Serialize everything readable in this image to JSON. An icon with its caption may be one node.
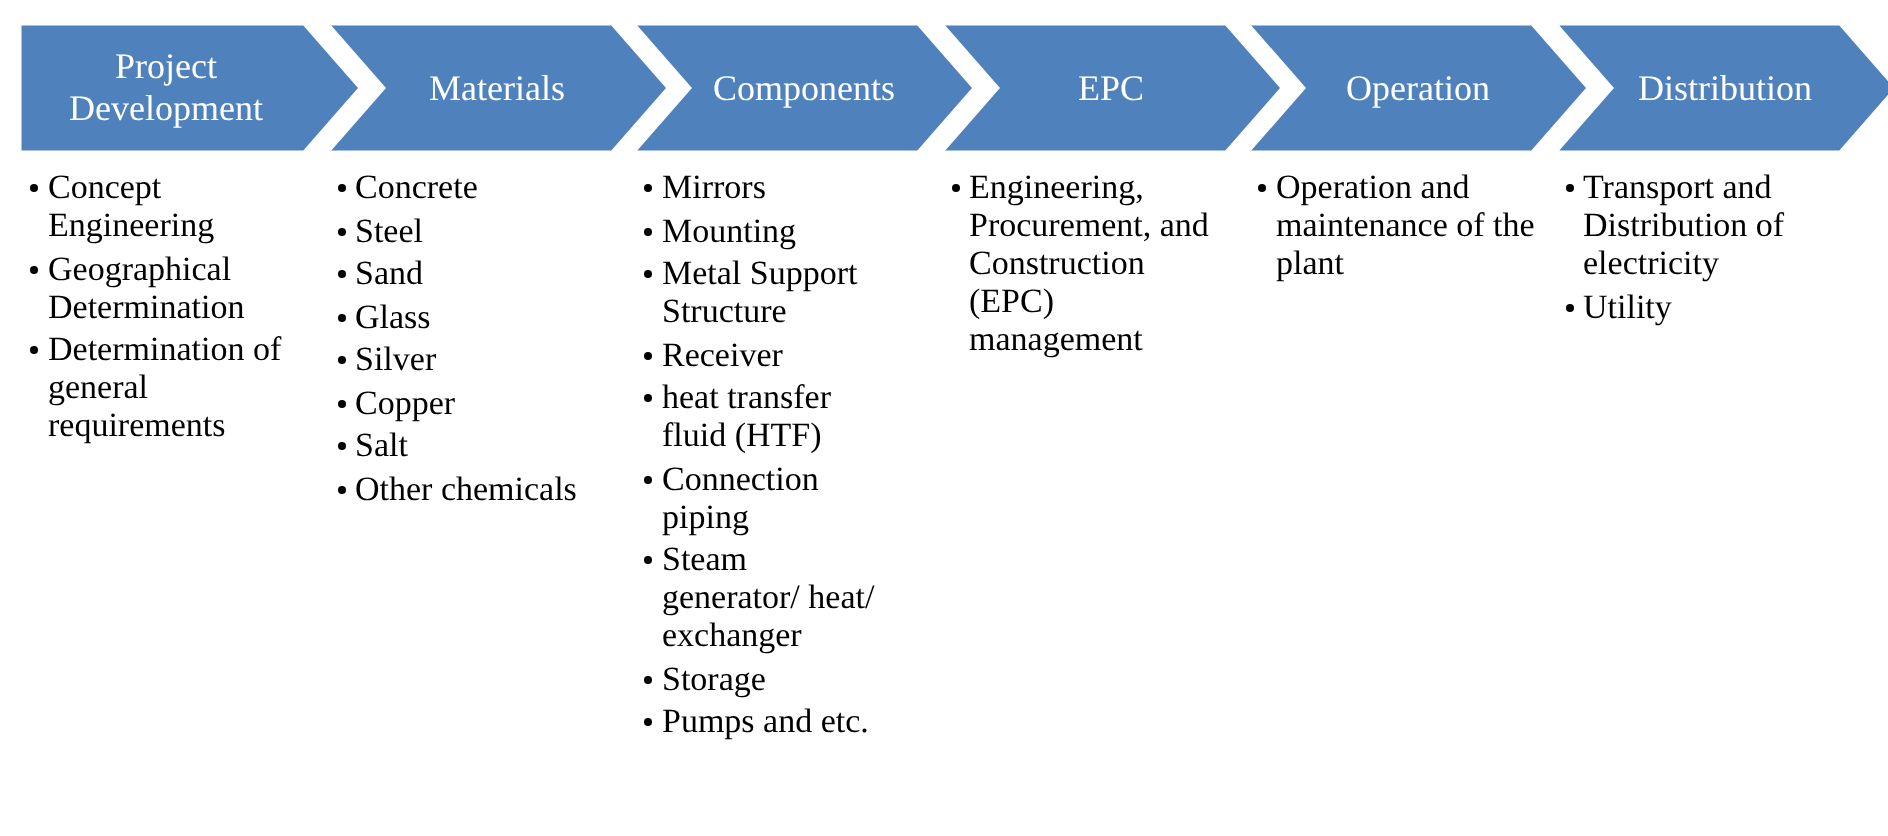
{
  "diagram": {
    "nodes": [
      {
        "text": [
          "Project Development"
        ],
        "beside": [
          "Concept Engineering",
          "Geographical Determination",
          "Determination of general requirements"
        ]
      },
      {
        "text": [
          "Materials"
        ],
        "beside": [
          "Concrete",
          "Steel",
          "Sand",
          "Glass",
          "Silver",
          "Copper",
          "Salt",
          "Other chemicals"
        ]
      },
      {
        "text": [
          "Components"
        ],
        "beside": [
          "Mirrors",
          "Mounting",
          "Metal Support Structure",
          "Receiver",
          "heat transfer fluid (HTF)",
          "Connection piping",
          "Steam generator/ heat/ exchanger",
          "Storage",
          "Pumps and etc."
        ]
      },
      {
        "text": [
          "EPC"
        ],
        "beside": [
          "Engineering, Procurement, and Construction (EPC) management"
        ]
      },
      {
        "text": [
          "Operation"
        ],
        "beside": [
          "Operation and maintenance of the plant"
        ]
      },
      {
        "text": [
          "Distribution"
        ],
        "beside": [
          "Transport and Distribution of electricity",
          "Utility"
        ]
      }
    ]
  }
}
